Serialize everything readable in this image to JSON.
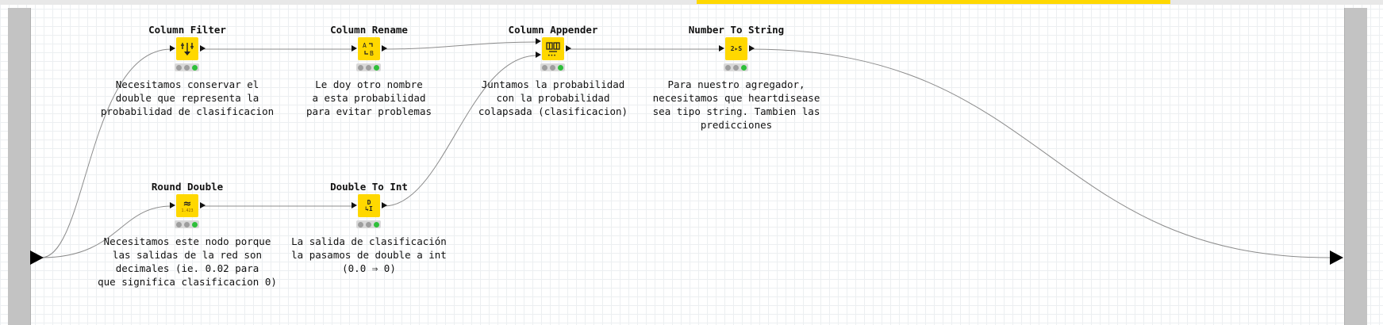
{
  "canvas": {
    "grid_color": "#eceff1",
    "accent_bar_color": "#ffd800",
    "side_bar_color": "#c3c3c3"
  },
  "nodes": [
    {
      "id": "column-filter",
      "title": "Column Filter",
      "description": "Necesitamos conservar el\ndouble que representa la\nprobabilidad de clasificacion",
      "icon": "column-filter-icon",
      "status": "executed"
    },
    {
      "id": "column-rename",
      "title": "Column Rename",
      "description": "Le doy otro nombre\na esta probabilidad\npara evitar problemas",
      "icon": "column-rename-icon",
      "status": "executed"
    },
    {
      "id": "column-appender",
      "title": "Column Appender",
      "description": "Juntamos la probabilidad\ncon la probabilidad\ncolapsada (clasificacion)",
      "icon": "column-appender-icon",
      "status": "executed"
    },
    {
      "id": "number-to-string",
      "title": "Number To String",
      "description": "Para nuestro agregador,\nnecesitamos que heartdisease\nsea tipo string. Tambien las\npredicciones",
      "icon": "number-to-string-icon",
      "icon_text": "2▸S",
      "status": "executed"
    },
    {
      "id": "round-double",
      "title": "Round Double",
      "description": "Necesitamos este nodo porque\nlas salidas de la red son\ndecimales (ie. 0.02 para\nque significa clasificacion 0)",
      "icon": "round-double-icon",
      "icon_text": "≈",
      "icon_subtext": "1.423",
      "status": "executed"
    },
    {
      "id": "double-to-int",
      "title": "Double To Int",
      "description": "La salida de clasificación\nla pasamos de double a int\n(0.0 ⇒ 0)",
      "icon": "double-to-int-icon",
      "icon_text": "D",
      "icon_subtext": "↳I",
      "status": "executed"
    }
  ],
  "connections": [
    {
      "from": "workflow-input",
      "to": "column-filter"
    },
    {
      "from": "workflow-input",
      "to": "round-double"
    },
    {
      "from": "column-filter",
      "to": "column-rename"
    },
    {
      "from": "column-rename",
      "to": "column-appender"
    },
    {
      "from": "round-double",
      "to": "double-to-int"
    },
    {
      "from": "double-to-int",
      "to": "column-appender"
    },
    {
      "from": "column-appender",
      "to": "number-to-string"
    },
    {
      "from": "number-to-string",
      "to": "workflow-output"
    }
  ]
}
